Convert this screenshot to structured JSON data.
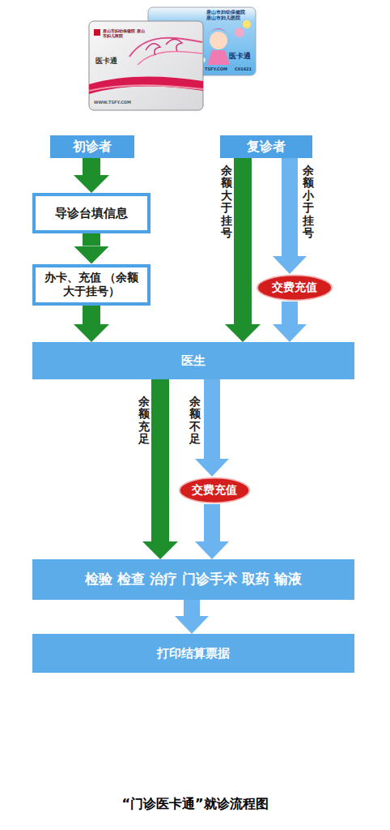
{
  "diagram": {
    "caption": "“门诊医卡通”就诊流程图",
    "nodes": [
      {
        "text": [
          "初诊者"
        ]
      },
      {
        "text": [
          "复诊者"
        ]
      },
      {
        "text": [
          "导诊台填信息"
        ]
      },
      {
        "text": [
          "办卡、充值 （余额大于挂号）"
        ]
      },
      {
        "text": [
          "交费充值"
        ]
      },
      {
        "text": [
          "医生"
        ]
      },
      {
        "text": [
          "交费充值"
        ]
      },
      {
        "text": [
          "检验 检查 治疗 门诊手术 取药 输液"
        ]
      },
      {
        "text": [
          "打印结算票据"
        ]
      }
    ],
    "edges": [
      {
        "from": 0,
        "to": 2,
        "arrow": "to"
      },
      {
        "from": 2,
        "to": 3,
        "arrow": "to"
      },
      {
        "from": 3,
        "to": 5,
        "arrow": "to"
      },
      {
        "from": 1,
        "to": 5,
        "label": "余额大于挂号",
        "arrow": "to"
      },
      {
        "from": 1,
        "to": 4,
        "label": "余额小于挂号",
        "arrow": "to"
      },
      {
        "from": 4,
        "to": 5,
        "arrow": "to"
      },
      {
        "from": 5,
        "to": 7,
        "label": "余额充足",
        "arrow": "to"
      },
      {
        "from": 5,
        "to": 6,
        "label": "余额不足",
        "arrow": "to"
      },
      {
        "from": 6,
        "to": 7,
        "arrow": "to"
      },
      {
        "from": 7,
        "to": 8,
        "arrow": "to"
      }
    ],
    "labels": [
      "唐山市妇幼保健院 唐山市妇儿医院",
      "医卡通",
      "TSFY.COM",
      "C01621",
      "唐山市妇幼保健院 唐山市妇儿医院",
      "医卡通",
      "WWW.TSFY.COM"
    ]
  }
}
